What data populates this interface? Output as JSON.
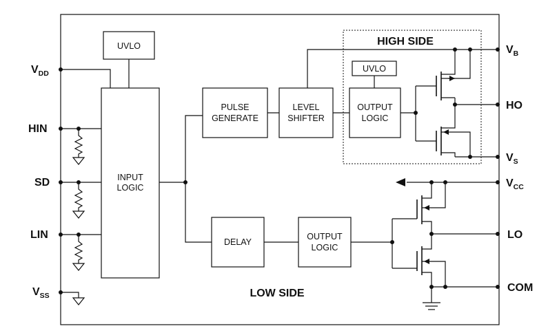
{
  "blocks": {
    "uvlo_main": "UVLO",
    "input_logic": [
      "INPUT",
      "LOGIC"
    ],
    "pulse_generate": [
      "PULSE",
      "GENERATE"
    ],
    "level_shifter": [
      "LEVEL",
      "SHIFTER"
    ],
    "uvlo_high": "UVLO",
    "output_logic_high": [
      "OUTPUT",
      "LOGIC"
    ],
    "delay": "DELAY",
    "output_logic_low": [
      "OUTPUT",
      "LOGIC"
    ]
  },
  "regions": {
    "high_side": "HIGH SIDE",
    "low_side": "LOW SIDE"
  },
  "pins_left": {
    "vdd": {
      "main": "V",
      "sub": "DD"
    },
    "hin": "HIN",
    "sd": "SD",
    "lin": "LIN",
    "vss": {
      "main": "V",
      "sub": "SS"
    }
  },
  "pins_right": {
    "vb": {
      "main": "V",
      "sub": "B"
    },
    "ho": "HO",
    "vs": {
      "main": "V",
      "sub": "S"
    },
    "vcc": {
      "main": "V",
      "sub": "CC"
    },
    "lo": "LO",
    "com": "COM"
  }
}
